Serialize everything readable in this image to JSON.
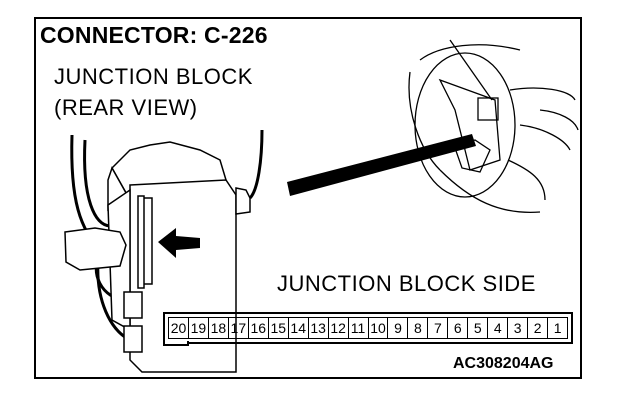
{
  "title": "CONNECTOR: C-226",
  "subtitle_line1": "JUNCTION BLOCK",
  "subtitle_line2": "(REAR VIEW)",
  "side_label": "JUNCTION BLOCK SIDE",
  "figure_code": "AC308204AG",
  "pins": [
    "20",
    "19",
    "18",
    "17",
    "16",
    "15",
    "14",
    "13",
    "12",
    "11",
    "10",
    "9",
    "8",
    "7",
    "6",
    "5",
    "4",
    "3",
    "2",
    "1"
  ]
}
